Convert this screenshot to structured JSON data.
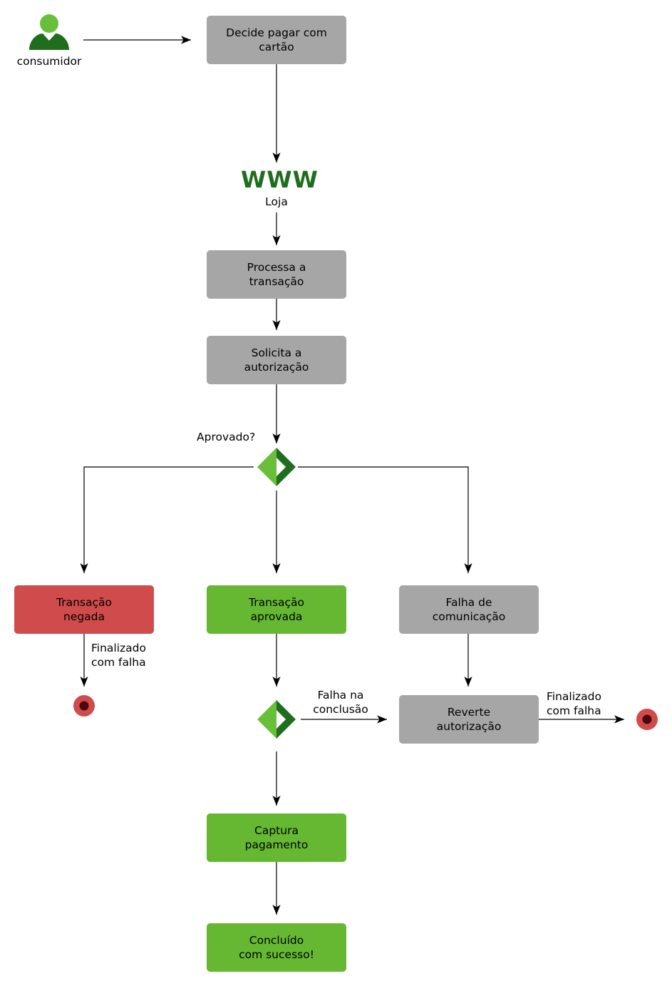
{
  "colors": {
    "gray_box": "#a6a6a6",
    "green_box": "#66b832",
    "red_box": "#d04b4b",
    "dark_green": "#1e6e1e",
    "light_green": "#6abf3a",
    "end_outer": "#d04b4b",
    "end_inner": "#4a0a0a"
  },
  "actor": {
    "label": "consumidor",
    "icon": "user-icon"
  },
  "store": {
    "www": "WWW",
    "label": "Loja",
    "icon": "web-icon"
  },
  "nodes": {
    "decide": "Decide pagar com\ncartão",
    "processa": "Processa a\ntransação",
    "solicita": "Solicita a\nautorização",
    "negada": "Transação\nnegada",
    "aprovada": "Transação\naprovada",
    "falha_com": "Falha de\ncomunicação",
    "reverte": "Reverte\nautorização",
    "captura": "Captura\npagamento",
    "concluido": "Concluído\ncom sucesso!"
  },
  "labels": {
    "aprovado": "Aprovado?",
    "finalizado_left": "Finalizado\ncom falha",
    "falha_conclusao": "Falha na\nconclusão",
    "finalizado_right": "Finalizado\ncom falha"
  }
}
